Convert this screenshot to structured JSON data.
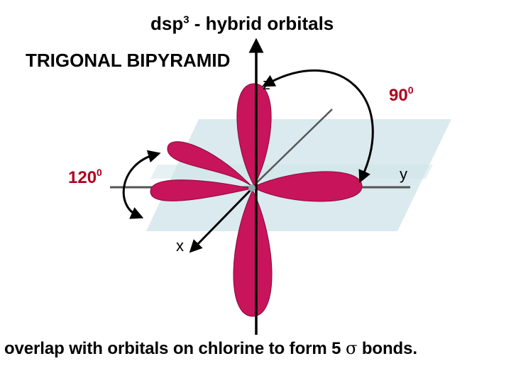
{
  "title": {
    "main": "dsp",
    "superscript": "3",
    "rest": " - hybrid orbitals"
  },
  "subtitle": "TRIGONAL BIPYRAMID",
  "axes": {
    "z": "z",
    "y": "y",
    "x": "x"
  },
  "angles": {
    "right": {
      "value": "90",
      "superscript": "0"
    },
    "left": {
      "value": "120",
      "superscript": "0"
    }
  },
  "caption": {
    "before": "overlap with orbitals on chlorine to form 5 ",
    "symbol": "σ",
    "after": " bonds."
  },
  "colors": {
    "orbital": "#c8145a",
    "plane": "#cde3e8",
    "angle_label": "#b00020",
    "axis": "#000000"
  }
}
